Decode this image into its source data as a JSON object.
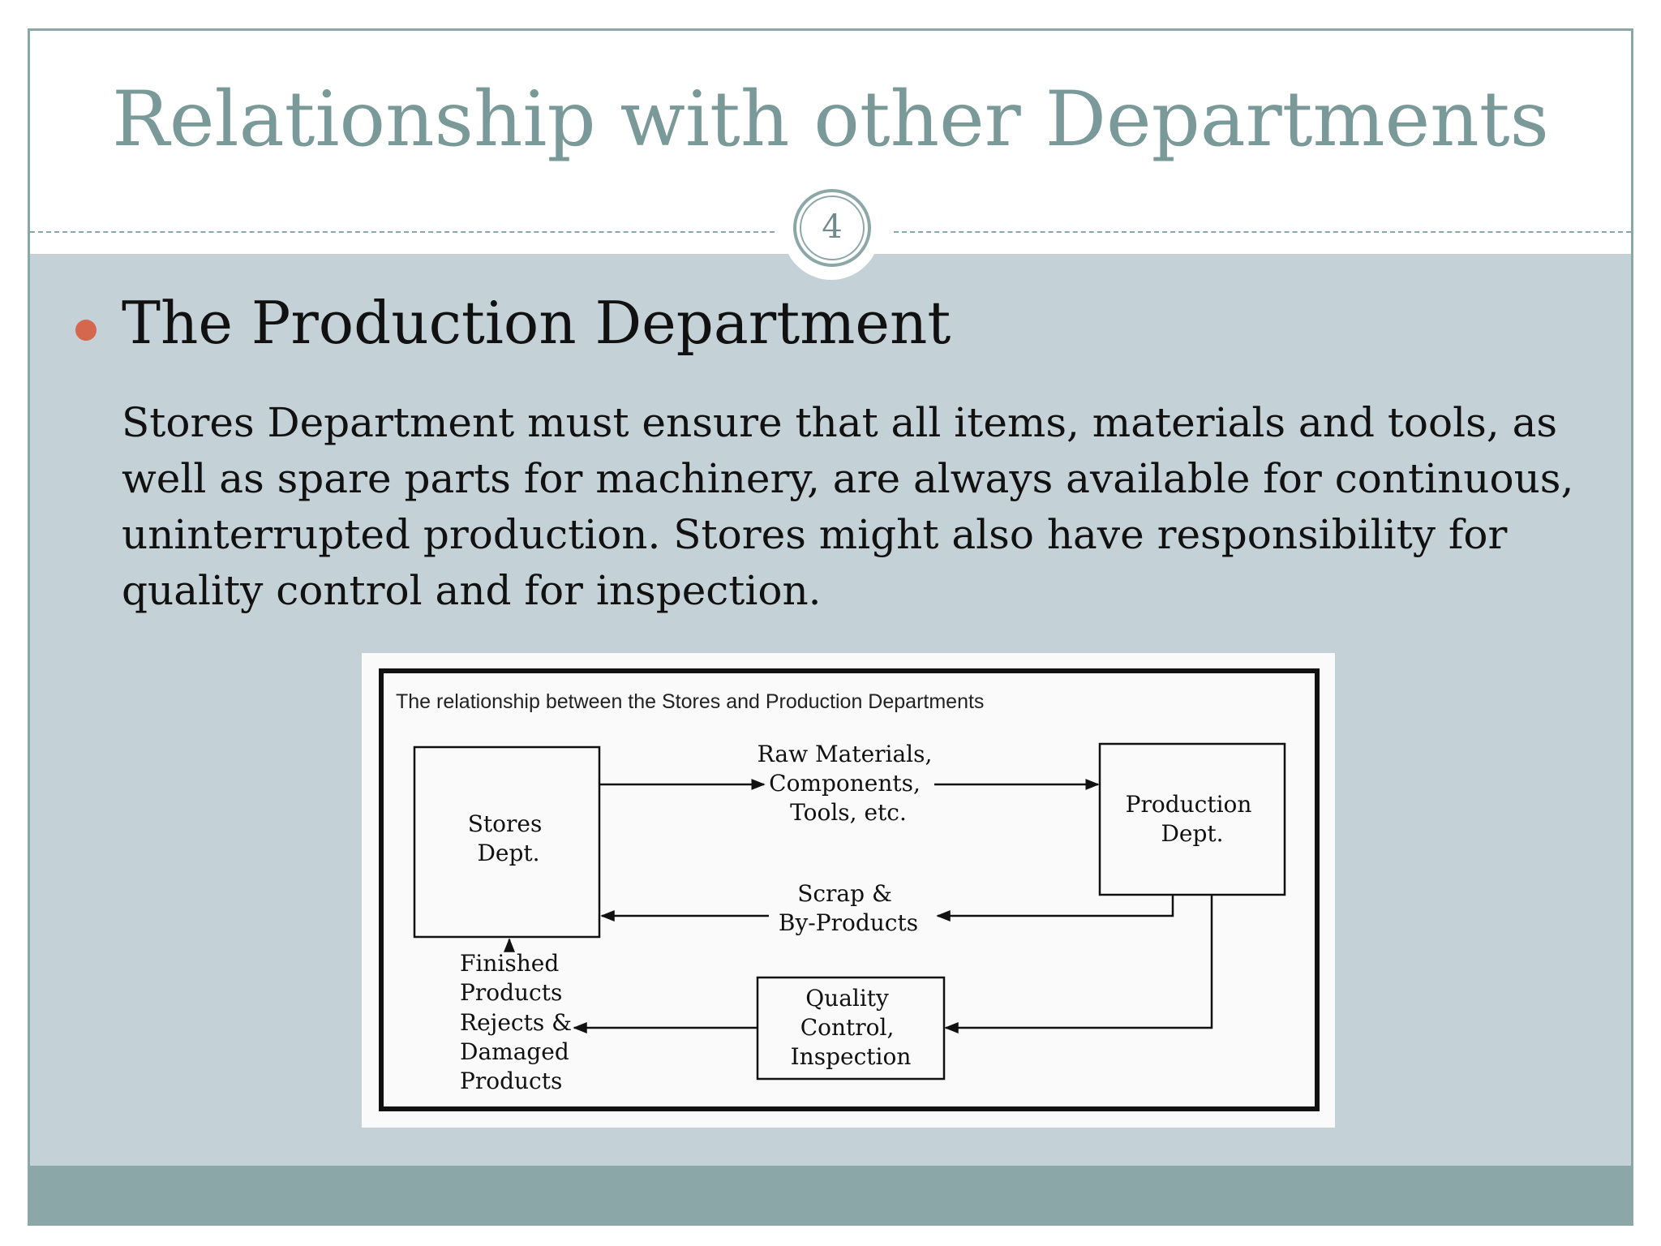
{
  "slide": {
    "title": "Relationship with other Departments",
    "page_number": "4",
    "accent_color": "#d5674f",
    "theme_color": "#8ca7a8",
    "bullet": {
      "heading": "The Production Department",
      "paragraph_lines": [
        "Stores Department must ensure that all items, materials and tools, as",
        "well as spare parts for machinery, are always available for continuous,",
        "uninterrupted production. Stores might also have responsibility for",
        "quality control and for inspection."
      ]
    }
  },
  "diagram": {
    "caption": "The relationship between the Stores and Production Departments",
    "stores": [
      "Stores",
      "Dept."
    ],
    "production": [
      "Production",
      "Dept."
    ],
    "quality": [
      "Quality",
      "Control,",
      "Inspection"
    ],
    "raw_materials": [
      "Raw Materials,",
      "Components,",
      "Tools, etc."
    ],
    "scrap": [
      "Scrap &",
      "By-Products"
    ],
    "finished": [
      "Finished",
      "Products",
      "Rejects &",
      "Damaged",
      "Products"
    ]
  }
}
